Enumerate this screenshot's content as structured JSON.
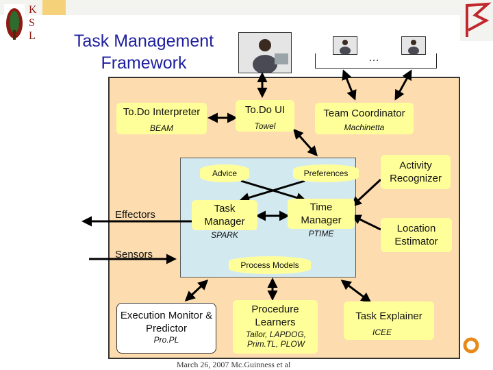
{
  "logo": {
    "letters": [
      "K",
      "S",
      "L"
    ]
  },
  "title": {
    "line1": "Task Management",
    "line2": "Framework"
  },
  "team": {
    "ellipsis": "…"
  },
  "nodes": {
    "todo_interpreter": {
      "label": "To.Do Interpreter",
      "sub": "BEAM"
    },
    "todo_ui": {
      "label": "To.Do UI",
      "sub": "Towel"
    },
    "team_coordinator": {
      "label": "Team Coordinator",
      "sub": "Machinetta"
    },
    "advice": {
      "label": "Advice"
    },
    "preferences": {
      "label": "Preferences"
    },
    "activity_recognizer": {
      "label": "Activity Recognizer"
    },
    "effectors": {
      "label": "Effectors"
    },
    "task_manager": {
      "label": "Task Manager",
      "sub": "SPARK"
    },
    "time_manager": {
      "label": "Time Manager",
      "sub": "PTIME"
    },
    "location_estimator": {
      "label": "Location Estimator"
    },
    "sensors": {
      "label": "Sensors"
    },
    "process_models": {
      "label": "Process Models"
    },
    "execution_monitor": {
      "label": "Execution Monitor & Predictor",
      "sub": "Pro.PL"
    },
    "procedure_learners": {
      "label": "Procedure Learners",
      "sub": "Tailor, LAPDOG, Prim.TL, PLOW"
    },
    "task_explainer": {
      "label": "Task Explainer",
      "sub": "ICEE"
    }
  },
  "footer": {
    "text": "March 26, 2007 Mc.Guinness et al"
  },
  "colors": {
    "frame": "#fdddb0",
    "inner": "#d3e9f0",
    "node": "#ffff99",
    "title": "#1f1f9f"
  }
}
